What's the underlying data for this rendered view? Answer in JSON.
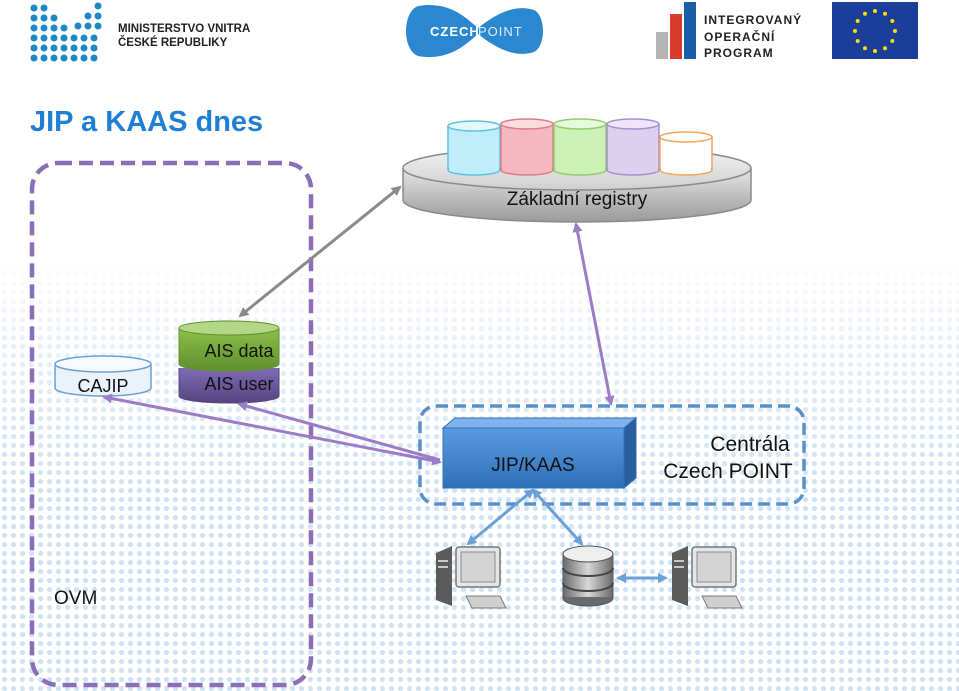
{
  "header": {
    "ministry_line1": "MINISTERSTVO VNITRA",
    "ministry_line2": "ČESKÉ REPUBLIKY",
    "czechpoint_logo_a": "CZECH",
    "czechpoint_logo_b": "POINT",
    "iop_line1": "INTEGROVANÝ",
    "iop_line2": "OPERAČNÍ",
    "iop_line3": "PROGRAM"
  },
  "slide": {
    "title": "JIP a KAAS dnes"
  },
  "diagram": {
    "registry_label": "Základní registry",
    "cajip_label": "CAJIP",
    "ais_data_label": "AIS data",
    "ais_user_label": "AIS user",
    "jip_kaas_label": "JIP/KAAS",
    "central_line1": "Centrála",
    "central_line2": "Czech POINT",
    "ovm_label": "OVM",
    "colors": {
      "title": "#1f7fd4",
      "ovm_border": "#8a6fb6",
      "central_border": "#5b8fc9",
      "jip_box": "#3d7fcb",
      "ais_data": "#77a83a",
      "ais_user": "#6b5a9c",
      "arrow_purple": "#9b7cc6",
      "arrow_blue": "#6aa0d8",
      "registry_cyl": [
        "#bfeefa",
        "#f6b8c0",
        "#cdf2b8",
        "#ddd0ef",
        "#ffffff"
      ],
      "registry_cyl_border": [
        "#5bc4e0",
        "#e07a88",
        "#8fce6f",
        "#a98fcf",
        "#f2a65a"
      ]
    }
  }
}
